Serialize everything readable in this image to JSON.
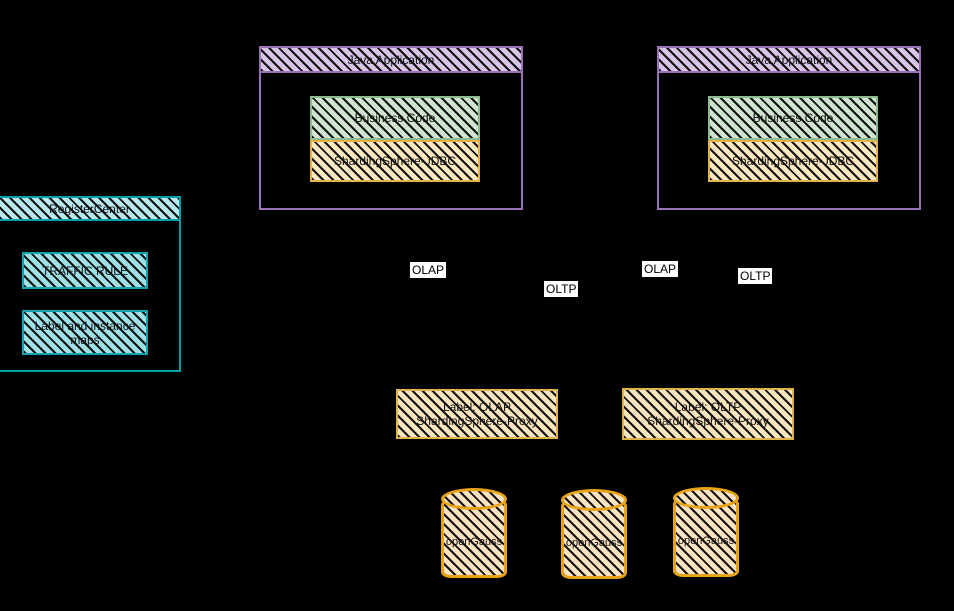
{
  "diagram": {
    "background_color": "#000000",
    "register_center": {
      "title": "RegisterCenter",
      "border_color": "#00a2aa",
      "fill_color": "#9fdfe6",
      "items": [
        {
          "label": "TRAFFIC RULE"
        },
        {
          "label": "Label and instance\nmaps"
        }
      ]
    },
    "applications": [
      {
        "title": "Java Application",
        "header_color": "#d7c4e6",
        "border_color": "#9a72b8",
        "layers": [
          {
            "label": "Business Code",
            "color": "#cfe3cf"
          },
          {
            "label": "ShardingSphere-JDBC",
            "color": "#fbe7c0"
          }
        ]
      },
      {
        "title": "Java Application",
        "header_color": "#d7c4e6",
        "border_color": "#9a72b8",
        "layers": [
          {
            "label": "Business Code",
            "color": "#cfe3cf"
          },
          {
            "label": "ShardingSphere-JDBC",
            "color": "#fbe7c0"
          }
        ]
      }
    ],
    "protocol_tags": [
      {
        "label": "OLAP"
      },
      {
        "label": "OLTP"
      },
      {
        "label": "OLAP"
      },
      {
        "label": "OLTP"
      }
    ],
    "proxies": [
      {
        "label": "Label: OLAP\nShardingSphere-Proxy",
        "color": "#f8e5be"
      },
      {
        "label": "Label: OLTP\nShardingSphere-Proxy",
        "color": "#f8e5be"
      }
    ],
    "databases": [
      {
        "label": "openGauss",
        "color": "#fbe2c1"
      },
      {
        "label": "openGauss",
        "color": "#fbe2c1"
      },
      {
        "label": "openGauss",
        "color": "#fbe2c1"
      }
    ]
  }
}
